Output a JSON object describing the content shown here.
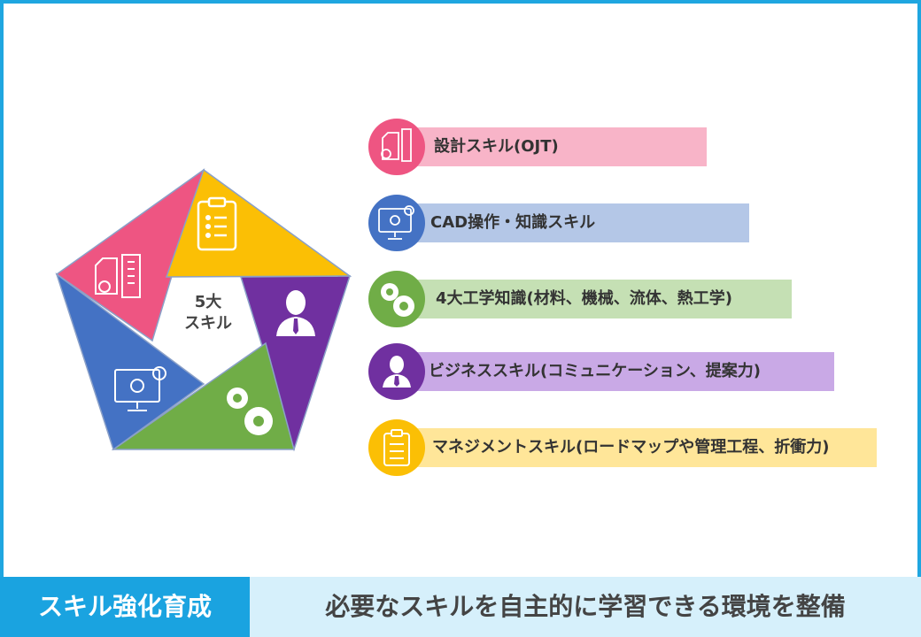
{
  "diagram": {
    "center_line1": "5大",
    "center_line2": "スキル",
    "segments": [
      {
        "icon": "design-ruler-icon",
        "color": "#ee5582"
      },
      {
        "icon": "clipboard-icon",
        "color": "#fbbf05"
      },
      {
        "icon": "businessman-icon",
        "color": "#7030a0"
      },
      {
        "icon": "gears-icon",
        "color": "#70ad47"
      },
      {
        "icon": "computer-settings-icon",
        "color": "#4472c4"
      }
    ]
  },
  "skills": [
    {
      "label": "設計スキル(OJT)",
      "icon": "design-ruler-icon",
      "color": "#ee5582",
      "bg": "#f8b4c8"
    },
    {
      "label": "CAD操作・知識スキル",
      "icon": "computer-settings-icon",
      "color": "#4472c4",
      "bg": "#b4c7e7"
    },
    {
      "label": "4大工学知識(材料、機械、流体、熱工学)",
      "icon": "gears-icon",
      "color": "#70ad47",
      "bg": "#c5e0b4"
    },
    {
      "label": "ビジネススキル(コミュニケーション、提案力)",
      "icon": "businessman-icon",
      "color": "#7030a0",
      "bg": "#c9a9e6"
    },
    {
      "label": "マネジメントスキル(ロードマップや管理工程、折衝力)",
      "icon": "clipboard-icon",
      "color": "#fbbf05",
      "bg": "#ffe699"
    }
  ],
  "footer": {
    "left": "スキル強化育成",
    "right": "必要なスキルを自主的に学習できる環境を整備"
  }
}
